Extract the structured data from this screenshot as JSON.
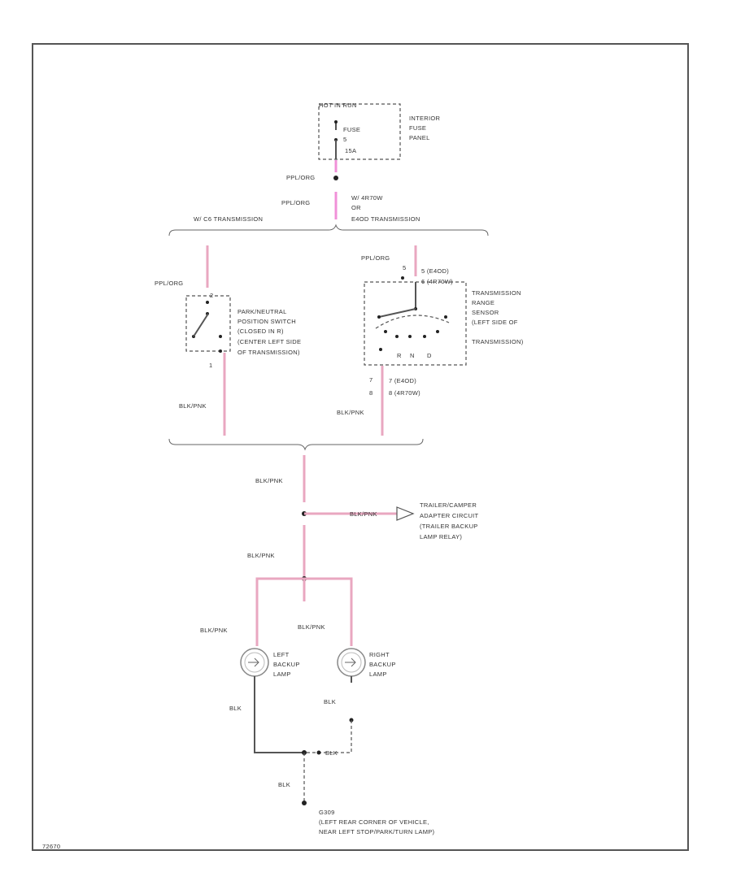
{
  "fuse_block": {
    "header": "HOT IN RUN",
    "fuse_label": "FUSE",
    "fuse_number": "5",
    "rating": "15A",
    "panel_name": [
      "INTERIOR",
      "FUSE",
      "PANEL"
    ]
  },
  "wires": {
    "ppl_org": "PPL/ORG",
    "blk_pnk": "BLK/PNK",
    "blk": "BLK"
  },
  "transmission": {
    "left_branch": "W/ C6 TRANSMISSION",
    "right_branch": [
      "W/ 4R70W",
      "OR",
      "E4OD TRANSMISSION"
    ]
  },
  "park_neutral_switch": {
    "label": [
      "PARK/NEUTRAL",
      "POSITION SWITCH",
      "(CLOSED IN R)",
      "(CENTER LEFT SIDE",
      "OF TRANSMISSION)"
    ],
    "pin_top": "2",
    "pin_bottom": "1"
  },
  "range_sensor": {
    "label": [
      "TRANSMISSION",
      "RANGE",
      "SENSOR",
      "(LEFT SIDE OF",
      "TRANSMISSION)"
    ],
    "pin_top": [
      "5 (E4OD)",
      "6 (4R70W)"
    ],
    "pin_bottom": [
      "7 (E4OD)",
      "8 (4R70W)"
    ],
    "pin_top_num": "5",
    "pin_bottom_num": [
      "7",
      "8"
    ],
    "pin_letters": [
      "R",
      "N",
      "D"
    ]
  },
  "trailer": {
    "label": [
      "TRAILER/CAMPER",
      "ADAPTER CIRCUIT",
      "(TRAILER BACKUP",
      "LAMP RELAY)"
    ]
  },
  "lamps": {
    "left": [
      "LEFT",
      "BACKUP",
      "LAMP"
    ],
    "right": [
      "RIGHT",
      "BACKUP",
      "LAMP"
    ]
  },
  "ground": {
    "label": [
      "G309",
      "(LEFT REAR CORNER OF VEHICLE,",
      "NEAR LEFT STOP/PARK/TURN LAMP)"
    ]
  },
  "figure_id": "72670"
}
